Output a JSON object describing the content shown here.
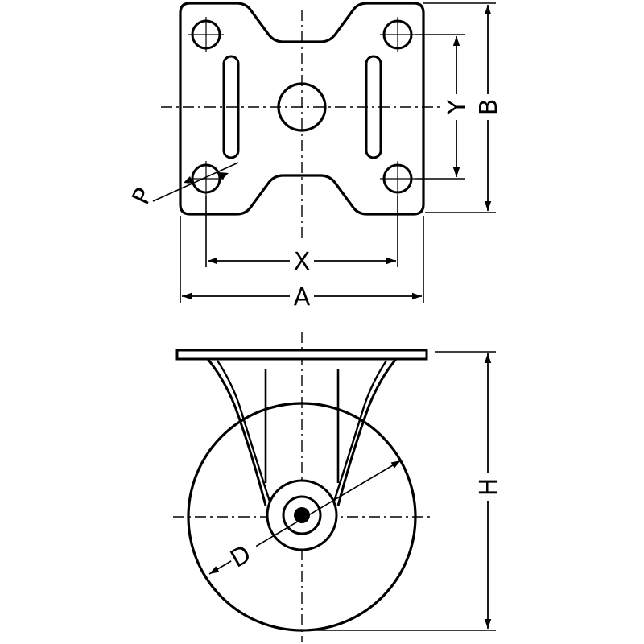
{
  "diagram": {
    "labels": {
      "A": "A",
      "B": "B",
      "X": "X",
      "Y": "Y",
      "P": "P",
      "H": "H",
      "D": "D"
    }
  }
}
